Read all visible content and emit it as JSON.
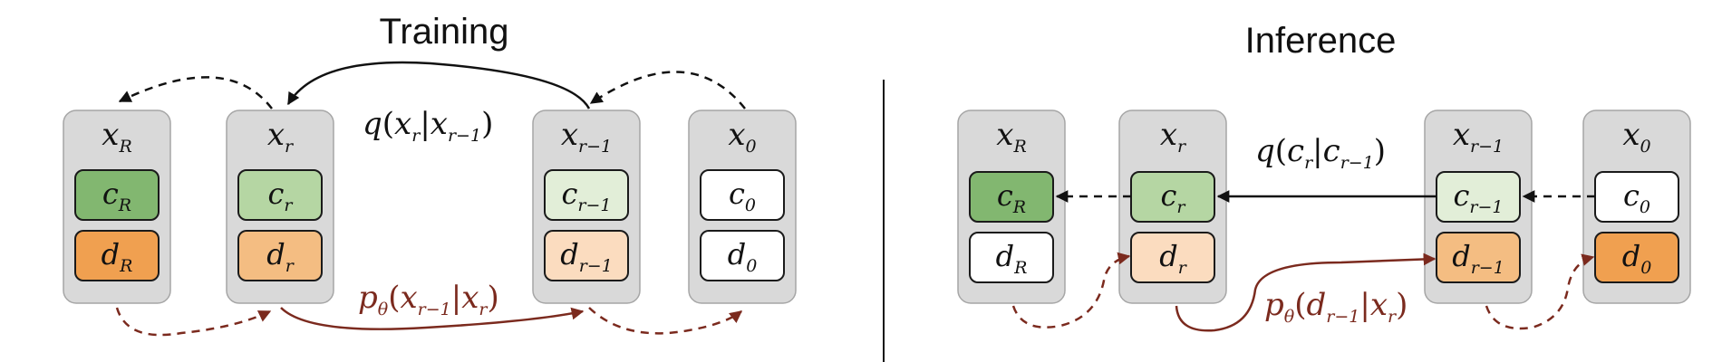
{
  "colors": {
    "column_bg": "#d9d9d9",
    "green_dark": "#82b770",
    "green_mid": "#b5d6a3",
    "green_light": "#e2eed8",
    "orange_dark": "#f0a050",
    "orange_mid": "#f4bd82",
    "orange_light": "#fbdcbf",
    "white": "#ffffff",
    "red_arrow": "#7b2a1e",
    "black_arrow": "#111111"
  },
  "training": {
    "title": "Training",
    "columns": [
      {
        "label": {
          "base": "x",
          "sub": "R"
        },
        "c": {
          "base": "c",
          "sub": "R",
          "fill": "green_dark"
        },
        "d": {
          "base": "d",
          "sub": "R",
          "fill": "orange_dark"
        }
      },
      {
        "label": {
          "base": "x",
          "sub": "r"
        },
        "c": {
          "base": "c",
          "sub": "r",
          "fill": "green_mid"
        },
        "d": {
          "base": "d",
          "sub": "r",
          "fill": "orange_mid"
        }
      },
      {
        "label": {
          "base": "x",
          "sub": "r−1"
        },
        "c": {
          "base": "c",
          "sub": "r−1",
          "fill": "green_light"
        },
        "d": {
          "base": "d",
          "sub": "r−1",
          "fill": "orange_light"
        }
      },
      {
        "label": {
          "base": "x",
          "sub": "0"
        },
        "c": {
          "base": "c",
          "sub": "0",
          "fill": "white"
        },
        "d": {
          "base": "d",
          "sub": "0",
          "fill": "white"
        }
      }
    ],
    "forward_formula": {
      "fn": "q",
      "a": "x",
      "a_sub": "r",
      "b": "x",
      "b_sub": "r−1"
    },
    "reverse_formula": {
      "fn": "p",
      "fn_sub": "θ",
      "a": "x",
      "a_sub": "r−1",
      "b": "x",
      "b_sub": "r"
    }
  },
  "inference": {
    "title": "Inference",
    "columns": [
      {
        "label": {
          "base": "x",
          "sub": "R"
        },
        "c": {
          "base": "c",
          "sub": "R",
          "fill": "green_dark"
        },
        "d": {
          "base": "d",
          "sub": "R",
          "fill": "white"
        }
      },
      {
        "label": {
          "base": "x",
          "sub": "r"
        },
        "c": {
          "base": "c",
          "sub": "r",
          "fill": "green_mid"
        },
        "d": {
          "base": "d",
          "sub": "r",
          "fill": "orange_light"
        }
      },
      {
        "label": {
          "base": "x",
          "sub": "r−1"
        },
        "c": {
          "base": "c",
          "sub": "r−1",
          "fill": "green_light"
        },
        "d": {
          "base": "d",
          "sub": "r−1",
          "fill": "orange_mid"
        }
      },
      {
        "label": {
          "base": "x",
          "sub": "0"
        },
        "c": {
          "base": "c",
          "sub": "0",
          "fill": "white"
        },
        "d": {
          "base": "d",
          "sub": "0",
          "fill": "orange_dark"
        }
      }
    ],
    "forward_formula": {
      "fn": "q",
      "a": "c",
      "a_sub": "r",
      "b": "c",
      "b_sub": "r−1"
    },
    "reverse_formula": {
      "fn": "p",
      "fn_sub": "θ",
      "a": "d",
      "a_sub": "r−1",
      "b": "x",
      "b_sub": "r"
    }
  }
}
